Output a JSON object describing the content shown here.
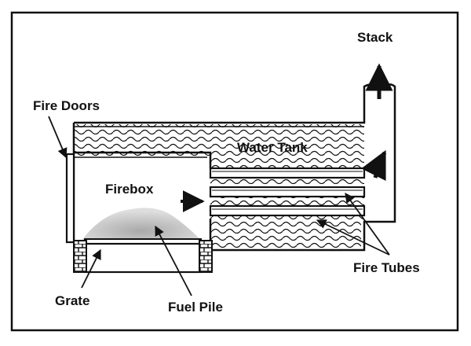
{
  "labels": {
    "stack": "Stack",
    "fire_doors": "Fire Doors",
    "water_tank": "Water Tank",
    "firebox": "Firebox",
    "fire_tubes": "Fire Tubes",
    "grate": "Grate",
    "fuel_pile": "Fuel Pile"
  },
  "colors": {
    "ink": "#111111",
    "paper": "#ffffff",
    "fuel": "#b8b8b8"
  }
}
